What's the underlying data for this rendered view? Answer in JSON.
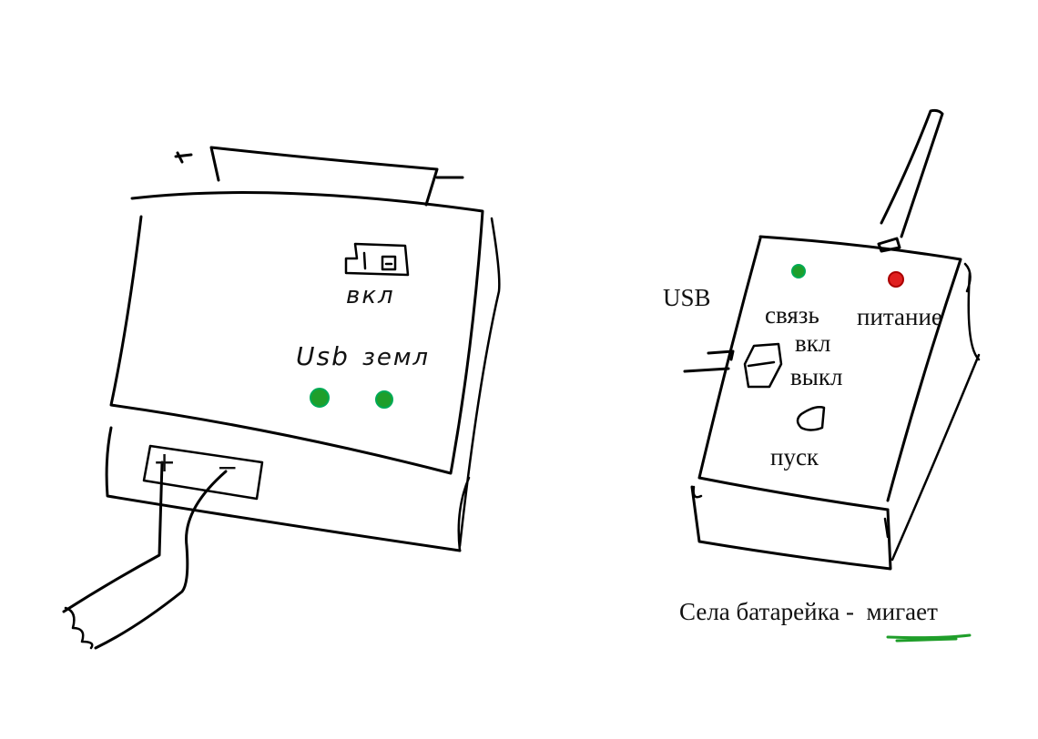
{
  "left_device": {
    "switch_mark": "1 0",
    "handwritten_label_1": "вкл",
    "handwritten_label_2": "Usb",
    "handwritten_label_3": "земл",
    "polarity_plus": "+",
    "polarity_minus": "−",
    "led_colors": [
      "#1f9e2a",
      "#1f9e2a"
    ]
  },
  "right_device": {
    "usb_label": "USB",
    "link_label": "связь",
    "power_label": "питание",
    "on_label": "вкл",
    "off_label": "выкл",
    "start_label": "пуск",
    "link_led_color": "#1f9e2a",
    "power_led_color": "#e02020"
  },
  "note": {
    "text_start": "Села батарейка -",
    "text_blink": "мигает",
    "underline_color": "#1f9e2a"
  }
}
